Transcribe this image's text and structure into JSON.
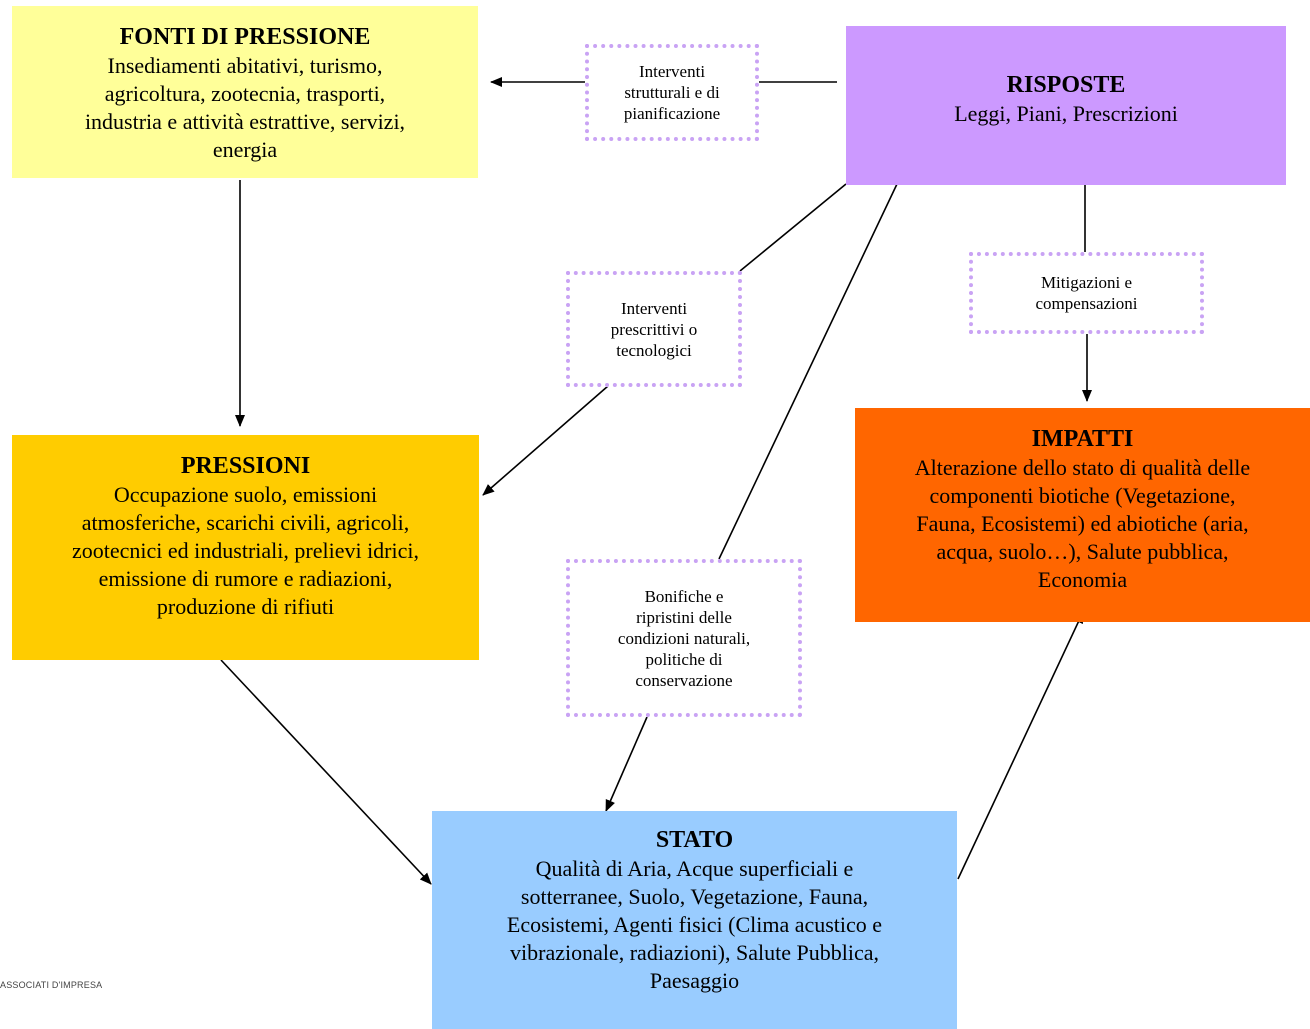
{
  "colors": {
    "fonti": "#ffff99",
    "pressioni": "#ffcc00",
    "risposte": "#cc99ff",
    "impatti": "#ff6600",
    "stato": "#99ccff",
    "dotted_border": "#c9a3f4"
  },
  "fonti": {
    "title": "FONTI DI PRESSIONE",
    "lines": [
      "Insediamenti abitativi, turismo,",
      "agricoltura, zootecnia, trasporti,",
      "industria e attività estrattive, servizi,",
      "energia"
    ]
  },
  "risposte": {
    "title": "RISPOSTE",
    "lines": [
      "Leggi, Piani, Prescrizioni"
    ]
  },
  "pressioni": {
    "title": "PRESSIONI",
    "lines": [
      "Occupazione suolo, emissioni",
      "atmosferiche, scarichi civili, agricoli,",
      "zootecnici ed industriali, prelievi idrici,",
      "emissione di  rumore e radiazioni,",
      "produzione di rifiuti"
    ]
  },
  "impatti": {
    "title": "IMPATTI",
    "lines": [
      "Alterazione dello stato di qualità delle",
      "componenti biotiche (Vegetazione,",
      "Fauna, Ecosistemi) ed abiotiche (aria,",
      "acqua, suolo…), Salute pubblica,",
      "Economia"
    ]
  },
  "stato": {
    "title": "STATO",
    "lines": [
      "Qualità di Aria, Acque superficiali e",
      "sotterranee, Suolo, Vegetazione, Fauna,",
      "Ecosistemi, Agenti fisici (Clima acustico e",
      "vibrazionale, radiazioni), Salute Pubblica,",
      "Paesaggio"
    ]
  },
  "labels": {
    "interventi_strutturali": [
      "Interventi",
      "strutturali e di",
      "pianificazione"
    ],
    "interventi_prescrittivi": [
      "Interventi",
      "prescrittivi o",
      "tecnologici"
    ],
    "mitigazioni": [
      "Mitigazioni e",
      "compensazioni"
    ],
    "bonifiche": [
      "Bonifiche e",
      "ripristini delle",
      "condizioni naturali,",
      "politiche di",
      "conservazione"
    ]
  },
  "logo_text": "ASSOCIATI D'IMPRESA"
}
